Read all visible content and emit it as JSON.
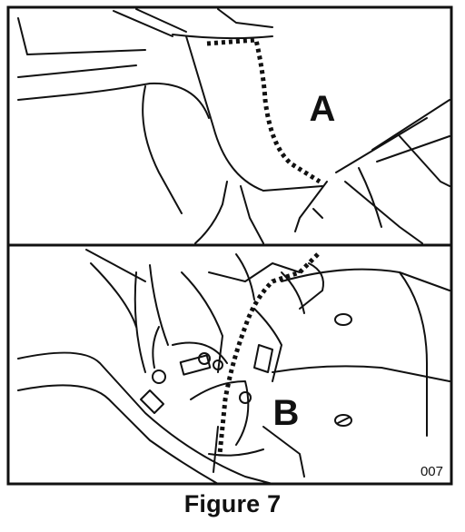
{
  "figure": {
    "caption": "Figure 7",
    "top_panel_callout": "A",
    "bottom_panel_callout": "B",
    "image_code": "007"
  }
}
